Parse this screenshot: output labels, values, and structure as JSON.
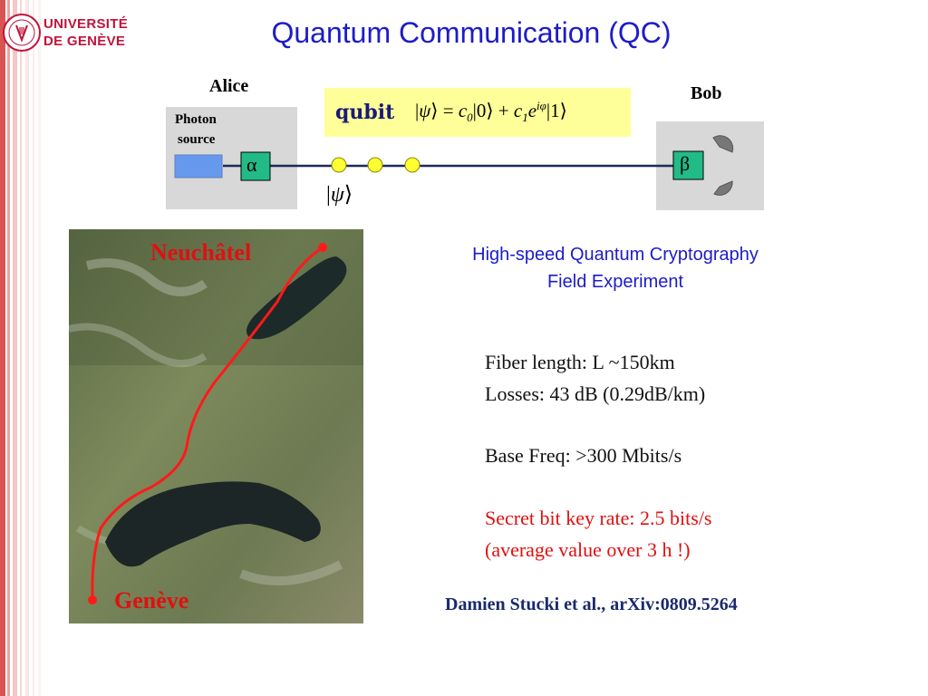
{
  "header": {
    "logo_line1": "UNIVERSITÉ",
    "logo_line2": "DE GENÈVE",
    "title": "Quantum Communication (QC)"
  },
  "diagram": {
    "alice_label": "Alice",
    "bob_label": "Bob",
    "photon_source_line1": "Photon",
    "photon_source_line2": "source",
    "alpha_symbol": "α",
    "beta_symbol": "β",
    "qubit_label": "qubit",
    "qubit_formula": "|ψ⟩ = c₀|0⟩ + c₁e^{iφ}|1⟩",
    "psi_ket": "|ψ⟩"
  },
  "experiment": {
    "title_line1": "High-speed Quantum Cryptography",
    "title_line2": "Field Experiment",
    "fiber_length": "Fiber length: L ~150km",
    "losses": "Losses: 43 dB (0.29dB/km)",
    "base_freq": "Base Freq: >300 Mbits/s",
    "key_rate": "Secret bit key rate: 2.5 bits/s",
    "average_note": "(average value over 3 h !)",
    "citation": "Damien Stucki et al., arXiv:0809.5264"
  },
  "map": {
    "city_top": "Neuchâtel",
    "city_bottom": "Genève"
  },
  "colors": {
    "title": "#1c1cc8",
    "brand_red": "#c0143c",
    "highlight": "#e01010",
    "qubit_bg": "#ffff99",
    "element_green": "#22bb88"
  }
}
